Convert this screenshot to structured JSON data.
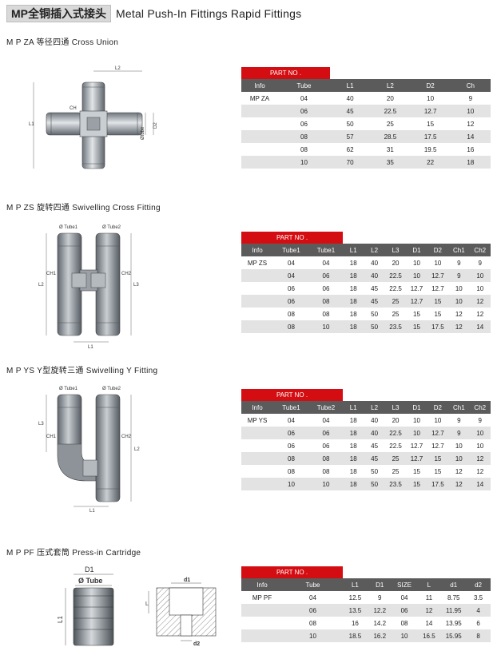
{
  "header": {
    "title_cn": "MP全铜插入式接头",
    "title_en": "Metal Push-In Fittings Rapid Fittings"
  },
  "colors": {
    "part_no_bg": "#d40d12",
    "table_header_bg": "#5b5b5b",
    "row_alt_bg": "#e3e3e3"
  },
  "sections": [
    {
      "heading": "M P  ZA  等径四通  Cross Union",
      "part_no_label": "PART NO .",
      "drawing_labels": {
        "l1": "L1",
        "l2": "L2",
        "ch": "CH",
        "tube": "Øtube",
        "d2": "D2"
      },
      "columns": [
        "Info",
        "Tube",
        "L1",
        "L2",
        "D2",
        "Ch"
      ],
      "rows": [
        [
          "MP ZA",
          "04",
          "40",
          "20",
          "10",
          "9"
        ],
        [
          "",
          "06",
          "45",
          "22.5",
          "12.7",
          "10"
        ],
        [
          "",
          "06",
          "50",
          "25",
          "15",
          "12"
        ],
        [
          "",
          "08",
          "57",
          "28.5",
          "17.5",
          "14"
        ],
        [
          "",
          "08",
          "62",
          "31",
          "19.5",
          "16"
        ],
        [
          "",
          "10",
          "70",
          "35",
          "22",
          "18"
        ]
      ]
    },
    {
      "heading": "M P    ZS  旋转四通  Swivelling Cross Fitting",
      "part_no_label": "PART NO .",
      "drawing_labels": {
        "tube1": "Ø Tube1",
        "tube2": "Ø Tube2",
        "ch1": "CH1",
        "ch2": "CH2",
        "l1": "L1",
        "l2": "L2",
        "l3": "L3"
      },
      "columns": [
        "Info",
        "Tube1",
        "Tube1",
        "L1",
        "L2",
        "L3",
        "D1",
        "D2",
        "Ch1",
        "Ch2"
      ],
      "rows": [
        [
          "MP ZS",
          "04",
          "04",
          "18",
          "40",
          "20",
          "10",
          "10",
          "9",
          "9"
        ],
        [
          "",
          "04",
          "06",
          "18",
          "40",
          "22.5",
          "10",
          "12.7",
          "9",
          "10"
        ],
        [
          "",
          "06",
          "06",
          "18",
          "45",
          "22.5",
          "12.7",
          "12.7",
          "10",
          "10"
        ],
        [
          "",
          "06",
          "08",
          "18",
          "45",
          "25",
          "12.7",
          "15",
          "10",
          "12"
        ],
        [
          "",
          "08",
          "08",
          "18",
          "50",
          "25",
          "15",
          "15",
          "12",
          "12"
        ],
        [
          "",
          "08",
          "10",
          "18",
          "50",
          "23.5",
          "15",
          "17.5",
          "12",
          "14"
        ]
      ]
    },
    {
      "heading": "M P  YS  Y型旋转三通  Swivelling Y  Fitting",
      "part_no_label": "PART NO .",
      "drawing_labels": {
        "tube1": "Ø Tube1",
        "tube2": "Ø Tube2",
        "ch1": "CH1",
        "ch2": "CH2",
        "l1": "L1",
        "l2": "L2",
        "l3": "L3"
      },
      "columns": [
        "Info",
        "Tube1",
        "Tube2",
        "L1",
        "L2",
        "L3",
        "D1",
        "D2",
        "Ch1",
        "Ch2"
      ],
      "rows": [
        [
          "MP YS",
          "04",
          "04",
          "18",
          "40",
          "20",
          "10",
          "10",
          "9",
          "9"
        ],
        [
          "",
          "06",
          "06",
          "18",
          "40",
          "22.5",
          "10",
          "12.7",
          "9",
          "10"
        ],
        [
          "",
          "06",
          "06",
          "18",
          "45",
          "22.5",
          "12.7",
          "12.7",
          "10",
          "10"
        ],
        [
          "",
          "08",
          "08",
          "18",
          "45",
          "25",
          "12.7",
          "15",
          "10",
          "12"
        ],
        [
          "",
          "08",
          "08",
          "18",
          "50",
          "25",
          "15",
          "15",
          "12",
          "12"
        ],
        [
          "",
          "10",
          "10",
          "18",
          "50",
          "23.5",
          "15",
          "17.5",
          "12",
          "14"
        ]
      ]
    },
    {
      "heading": "M P  PF  压式套筒  Press-in  Cartridge",
      "part_no_label": "PART NO .",
      "drawing_labels": {
        "d1": "D1",
        "tube": "Ø Tube",
        "l1": "L1",
        "d1_small": "d1",
        "l": "L",
        "d2_small": "d2"
      },
      "columns": [
        "Info",
        "Tube",
        "L1",
        "D1",
        "SIZE",
        "L",
        "d1",
        "d2"
      ],
      "rows": [
        [
          "MP PF",
          "04",
          "12.5",
          "9",
          "04",
          "11",
          "8.75",
          "3.5"
        ],
        [
          "",
          "06",
          "13.5",
          "12.2",
          "06",
          "12",
          "11.95",
          "4"
        ],
        [
          "",
          "08",
          "16",
          "14.2",
          "08",
          "14",
          "13.95",
          "6"
        ],
        [
          "",
          "10",
          "18.5",
          "16.2",
          "10",
          "16.5",
          "15.95",
          "8"
        ]
      ]
    }
  ]
}
